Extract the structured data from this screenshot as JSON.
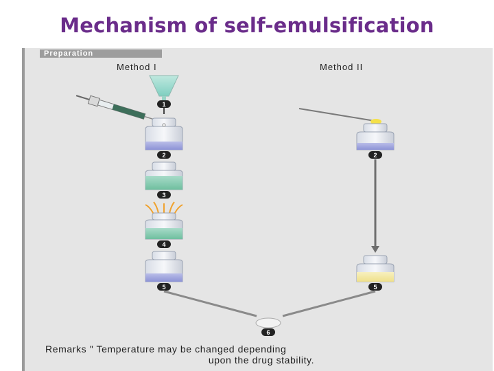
{
  "slide": {
    "title": "Mechanism of self-emulsification"
  },
  "figure": {
    "preparation_label": "Preparation",
    "method_1_label": "Method I",
    "method_2_label": "Method II",
    "remarks_line1": "Remarks \" Temperature may be changed depending",
    "remarks_line2": "upon the drug stability.",
    "steps": [
      "1",
      "2",
      "3",
      "4",
      "5",
      "2",
      "5",
      "6"
    ]
  }
}
